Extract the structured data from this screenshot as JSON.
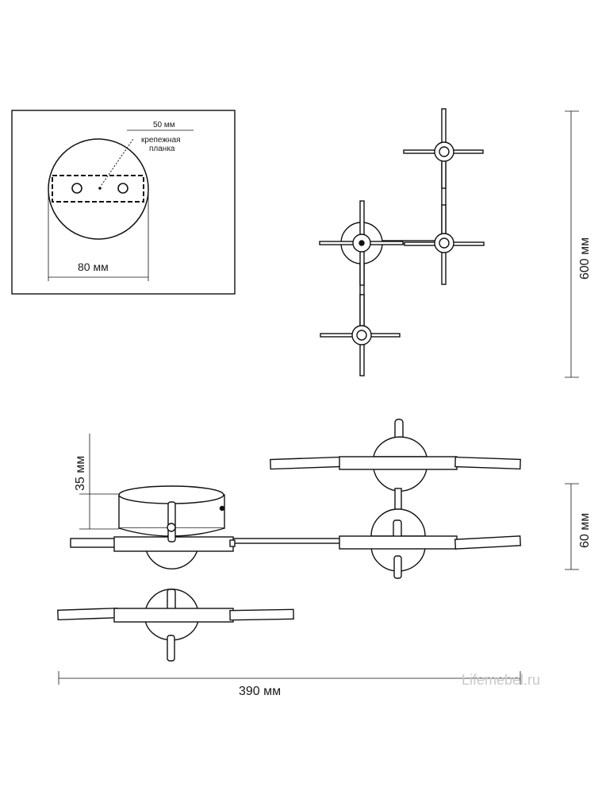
{
  "mount_detail": {
    "plate_width_label": "50 мм",
    "plate_caption_line1": "крепежная",
    "plate_caption_line2": "планка",
    "base_diameter_label": "80 мм"
  },
  "front_view": {
    "height_label": "600 мм"
  },
  "side_view": {
    "base_height_label": "35 мм",
    "depth_label": "60 мм",
    "width_label": "390 мм"
  },
  "watermark": "Lifemebel.ru"
}
